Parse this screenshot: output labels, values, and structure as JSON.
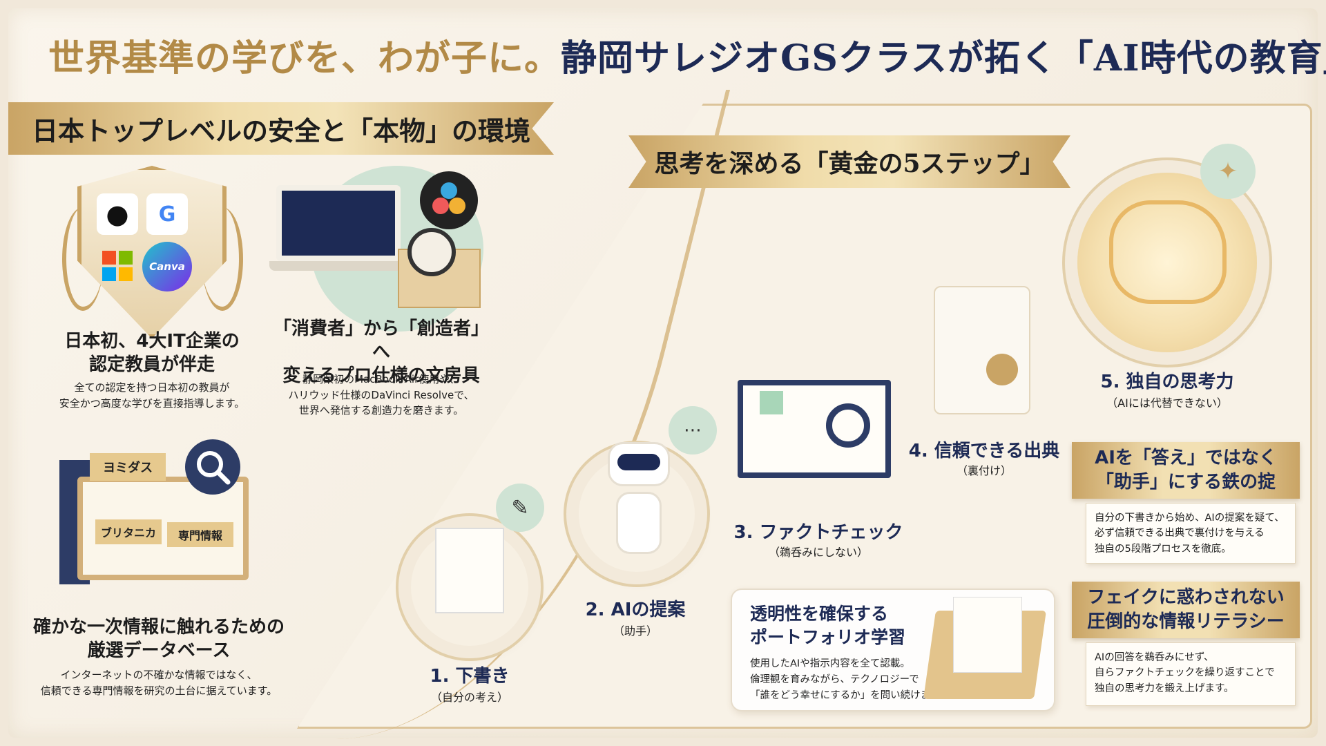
{
  "title": {
    "part1": "世界基準の学びを、わが子に。",
    "part2": "静岡サレジオGSクラスが拓く「AI時代の教育」"
  },
  "left_ribbon": "日本トップレベルの安全と「本物」の環境",
  "mid_ribbon": "思考を深める「黄金の5ステップ」",
  "block_certified": {
    "title_line1": "日本初、4大IT企業の",
    "title_line2": "認定教員が伴走",
    "sub_line1": "全ての認定を持つ日本初の教員が",
    "sub_line2": "安全かつ高度な学びを直接指導します。",
    "logos": {
      "google": "G",
      "canva": "Canva"
    }
  },
  "block_tools": {
    "title_line1": "「消費者」から「創造者」へ",
    "title_line2": "変えるプロ仕様の文房具",
    "sub_line1": "静岡県初のMacBook Air使用や、",
    "sub_line2": "ハリウッド仕様のDaVinci Resolveで、",
    "sub_line3": "世界へ発信する創造力を磨きます。"
  },
  "block_database": {
    "book_labels": {
      "a": "ヨミダス",
      "b": "ブリタニカ",
      "c": "専門情報"
    },
    "title_line1": "確かな一次情報に触れるための",
    "title_line2": "厳選データベース",
    "sub_line1": "インターネットの不確かな情報ではなく、",
    "sub_line2": "信頼できる専門情報を研究の土台に据えています。"
  },
  "steps": {
    "s1": {
      "label": "1. 下書き",
      "note": "（自分の考え）"
    },
    "s2": {
      "label": "2. AIの提案",
      "note": "（助手）"
    },
    "s3": {
      "label": "3. ファクトチェック",
      "note": "（鵜呑みにしない）"
    },
    "s4": {
      "label": "4. 信頼できる出典",
      "note": "（裏付け）"
    },
    "s5": {
      "label": "5. 独自の思考力",
      "note": "（AIには代替できない）"
    }
  },
  "rule_box": {
    "title_line1": "AIを「答え」ではなく",
    "title_line2": "「助手」にする鉄の掟",
    "body_line1": "自分の下書きから始め、AIの提案を疑て、",
    "body_line2": "必ず信頼できる出典で裏付けを与える",
    "body_line3": "独自の5段階プロセスを徹底。"
  },
  "literacy_box": {
    "title_line1": "フェイクに惑わされない",
    "title_line2": "圧倒的な情報リテラシー",
    "body_line1": "AIの回答を鵜呑みにせず、",
    "body_line2": "自らファクトチェックを繰り返すことで",
    "body_line3": "独自の思考力を鍛え上げます。"
  },
  "portfolio": {
    "title_line1": "透明性を確保する",
    "title_line2": "ポートフォリオ学習",
    "body_line1": "使用したAIや指示内容を全て認載。",
    "body_line2": "倫理観を育みながら、テクノロジーで",
    "body_line3": "「誰をどう幸せにするか」を問い続けます"
  },
  "colors": {
    "gold": "#b28a47",
    "navy": "#1d2a55",
    "mint": "#cfe3d4"
  }
}
